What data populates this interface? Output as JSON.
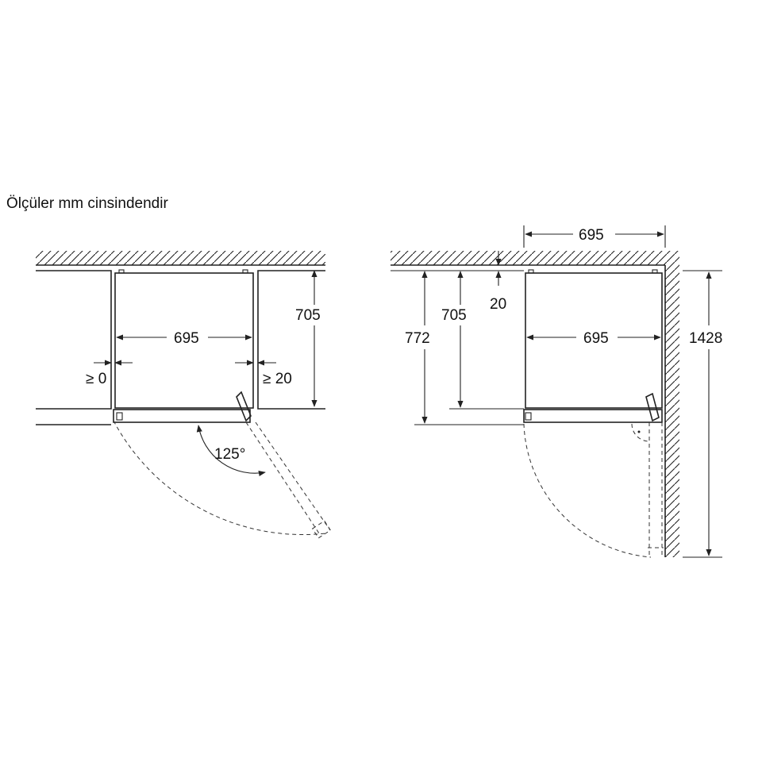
{
  "note": "Ölçüler mm cinsindendir",
  "colors": {
    "line": "#222222",
    "background": "#ffffff"
  },
  "left_view": {
    "width_label": "695",
    "depth_label": "705",
    "clearance_left_label": "≥ 0",
    "clearance_right_label": "≥ 20",
    "door_angle_label": "125°"
  },
  "right_view": {
    "top_width_label": "695",
    "width_label": "695",
    "wall_gap_label": "20",
    "depth_label": "705",
    "depth_with_door_label": "772",
    "door_open_depth_label": "1428"
  }
}
